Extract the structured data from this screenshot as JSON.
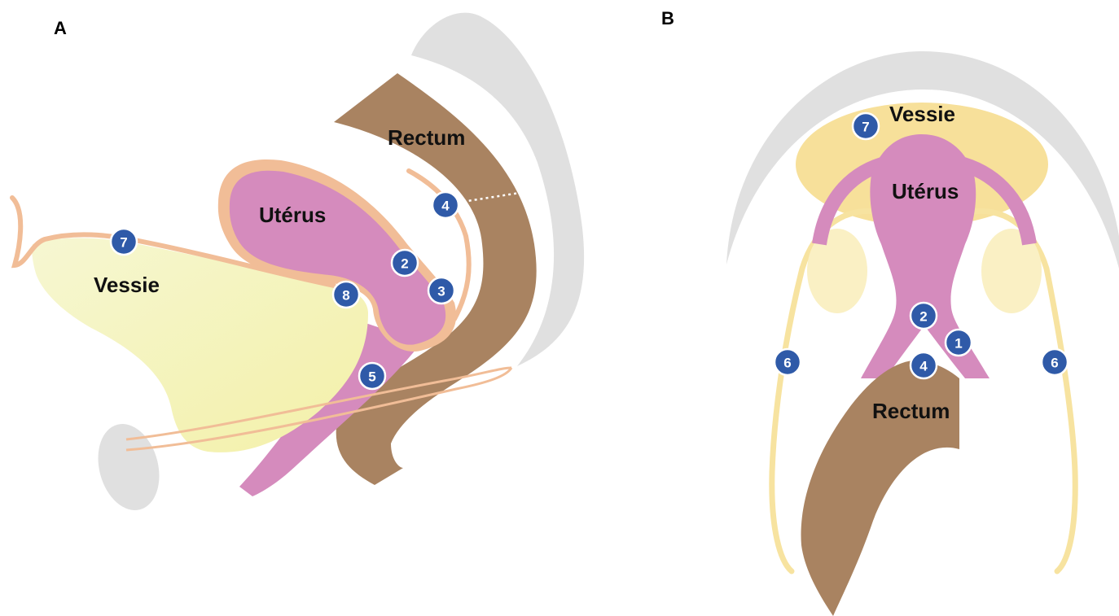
{
  "panels": {
    "a": {
      "letter": "A",
      "labels": {
        "rectum": "Rectum",
        "uterus": "Utérus",
        "vessie": "Vessie"
      },
      "markers": {
        "m2": "2",
        "m3": "3",
        "m4": "4",
        "m5": "5",
        "m7": "7",
        "m8": "8"
      }
    },
    "b": {
      "letter": "B",
      "labels": {
        "vessie": "Vessie",
        "uterus": "Utérus",
        "rectum": "Rectum"
      },
      "markers": {
        "m1": "1",
        "m2": "2",
        "m4": "4",
        "m6_left": "6",
        "m6_right": "6",
        "m7": "7"
      }
    }
  },
  "colors": {
    "bone": "#e0e0e0",
    "rectum": "#a98361",
    "uterus": "#d58bbd",
    "peritoneum": "#f1bd97",
    "bladder_a": "#f3f3b6",
    "bladder_b": "#f7e09a",
    "ovary": "#faf0c4",
    "ureter": "#f7e3a0",
    "marker": "#2f5aa8"
  }
}
